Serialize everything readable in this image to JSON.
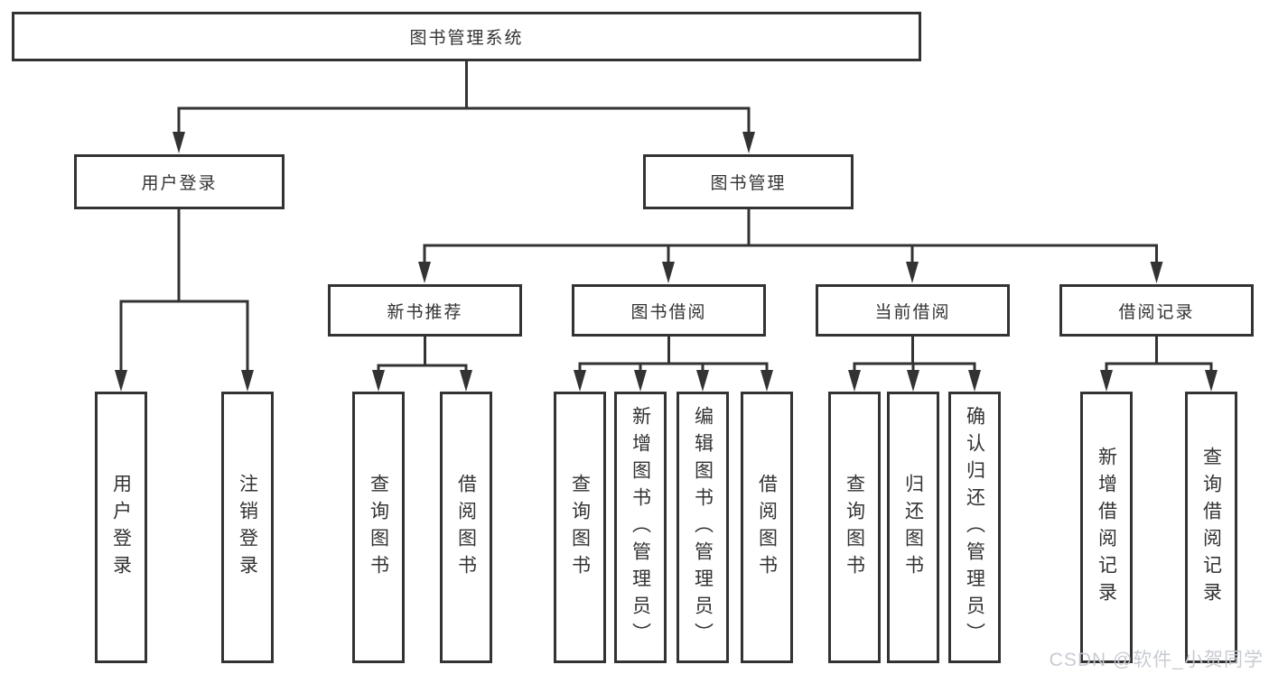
{
  "title": "图书管理系统",
  "watermark": "CSDN @软件_小贺同学",
  "colors": {
    "line": "#333333",
    "box_border": "#333333",
    "text": "#333333",
    "watermark": "#c6c9d0",
    "background": "#ffffff"
  },
  "tree": {
    "root": "图书管理系统",
    "branches": [
      {
        "label": "用户登录",
        "children": [
          "用户登录",
          "注销登录"
        ]
      },
      {
        "label": "图书管理",
        "sections": [
          {
            "label": "新书推荐",
            "children": [
              "查询图书",
              "借阅图书"
            ]
          },
          {
            "label": "图书借阅",
            "children": [
              "查询图书",
              "新增图书（管理员）",
              "编辑图书（管理员）",
              "借阅图书"
            ]
          },
          {
            "label": "当前借阅",
            "children": [
              "查询图书",
              "归还图书",
              "确认归还（管理员）"
            ]
          },
          {
            "label": "借阅记录",
            "children": [
              "新增借阅记录",
              "查询借阅记录"
            ]
          }
        ]
      }
    ]
  }
}
